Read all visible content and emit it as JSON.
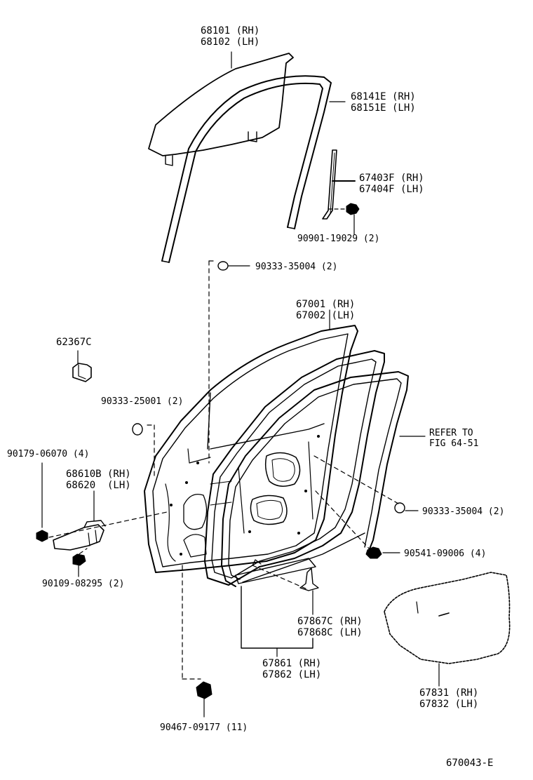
{
  "diagram_id": "670043-E",
  "labels": {
    "glass_rh": "68101 (RH)",
    "glass_lh": "68102 (LH)",
    "run_rh": "68141E (RH)",
    "run_lh": "68151E (LH)",
    "channel_rh": "67403F (RH)",
    "channel_lh": "67404F (LH)",
    "bolt_19029": "90901-19029 (2)",
    "plug_35004_top": "90333-35004 (2)",
    "door_rh": "67001 (RH)",
    "door_lh": "67002 (LH)",
    "cover_62367c": "62367C",
    "plug_25001": "90333-25001 (2)",
    "refer_line1": "REFER TO",
    "refer_line2": "FIG 64-51",
    "bolt_06070": "90179-06070 (4)",
    "check_rh": "68610B (RH)",
    "check_lh": "68620  (LH)",
    "plug_35004_right": "90333-35004 (2)",
    "clip_09006": "90541-09006 (4)",
    "bolt_08295": "90109-08295 (2)",
    "weather_rh": "67867C (RH)",
    "weather_lh": "67868C (LH)",
    "strip_rh": "67861 (RH)",
    "strip_lh": "67862 (LH)",
    "film_rh": "67831 (RH)",
    "film_lh": "67832 (LH)",
    "clip_09177": "90467-09177 (11)"
  }
}
